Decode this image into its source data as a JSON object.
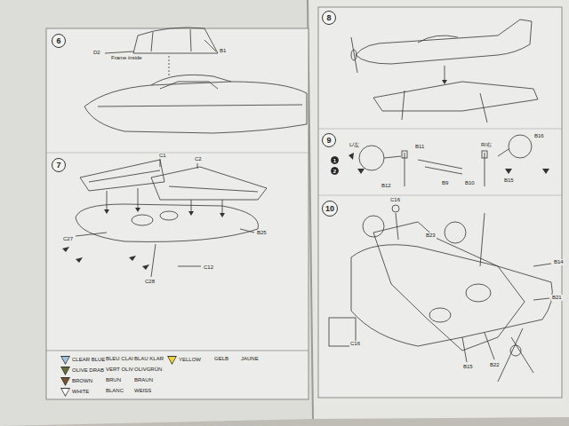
{
  "diagram": {
    "nodes": [
      {
        "text": [
          "6"
        ]
      },
      {
        "text": [
          "7"
        ]
      },
      {
        "text": [
          "8"
        ]
      },
      {
        "text": [
          "9"
        ]
      },
      {
        "text": [
          "10"
        ]
      },
      {
        "text": [
          "1"
        ]
      },
      {
        "text": [
          "2"
        ]
      }
    ],
    "labels": [
      "D2",
      "Frame inside",
      "B1",
      "C1",
      "C2",
      "C27",
      "B25",
      "C12",
      "C28",
      "L/左",
      "R/右",
      "B11",
      "B16",
      "B12",
      "B9",
      "B10",
      "B15",
      "C16",
      "B23",
      "B14",
      "B21",
      "B15",
      "B22",
      "C16",
      "BLEU CLAIR",
      "BLAU KLAR",
      "VERT OLIVE",
      "OLIVGRÜN",
      "BRUN",
      "BRAUN",
      "BLANC",
      "WEISS",
      "GELB",
      "JAUNE"
    ],
    "legend": [
      {
        "text": "CLEAR BLUE",
        "color": "#9ec3e0"
      },
      {
        "text": "OLIVE DRAB",
        "color": "#6b6b3a"
      },
      {
        "text": "BROWN",
        "color": "#7a5030"
      },
      {
        "text": "WHITE",
        "color": "#ffffff"
      },
      {
        "text": "YELLOW",
        "color": "#f2d23c"
      }
    ]
  }
}
